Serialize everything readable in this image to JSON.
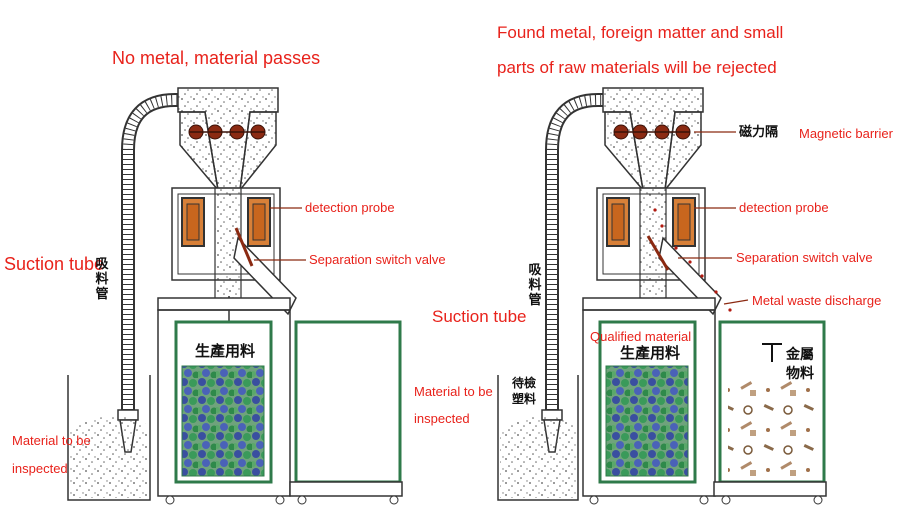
{
  "left_panel": {
    "headline": "No metal, material passes",
    "labels": {
      "detection_probe": "detection probe",
      "separation_valve": "Separation switch valve",
      "suction_tube": "Suction tube",
      "suction_tube_cn": "吸料管",
      "product_cn": "生產用料",
      "inspected_line1": "Material to be",
      "inspected_line2": "inspected"
    }
  },
  "right_panel": {
    "headline_line1": "Found metal, foreign matter and small",
    "headline_line2": "parts of raw materials will be rejected",
    "labels": {
      "magnetic_barrier_cn": "磁力隔",
      "magnetic_barrier": "Magnetic barrier",
      "detection_probe": "detection probe",
      "separation_valve": "Separation switch valve",
      "metal_waste": "Metal waste discharge",
      "suction_tube": "Suction tube",
      "suction_tube_cn": "吸料管",
      "qualified": "Qualified material",
      "product_cn": "生產用料",
      "metal_cn_line1": "金屬",
      "metal_cn_line2": "物料",
      "inspected_line1": "Material to be",
      "inspected_line2": "inspected",
      "pending_cn_line1": "待檢",
      "pending_cn_line2": "塑料"
    }
  },
  "colors": {
    "label_red": "#e8221b",
    "line": "#333333",
    "roller": "#8b2a12",
    "probe": "#c8661e",
    "granule_green": "#3a9a5a",
    "granule_blue": "#3a4fa0",
    "box_border": "#2f7a4a"
  }
}
